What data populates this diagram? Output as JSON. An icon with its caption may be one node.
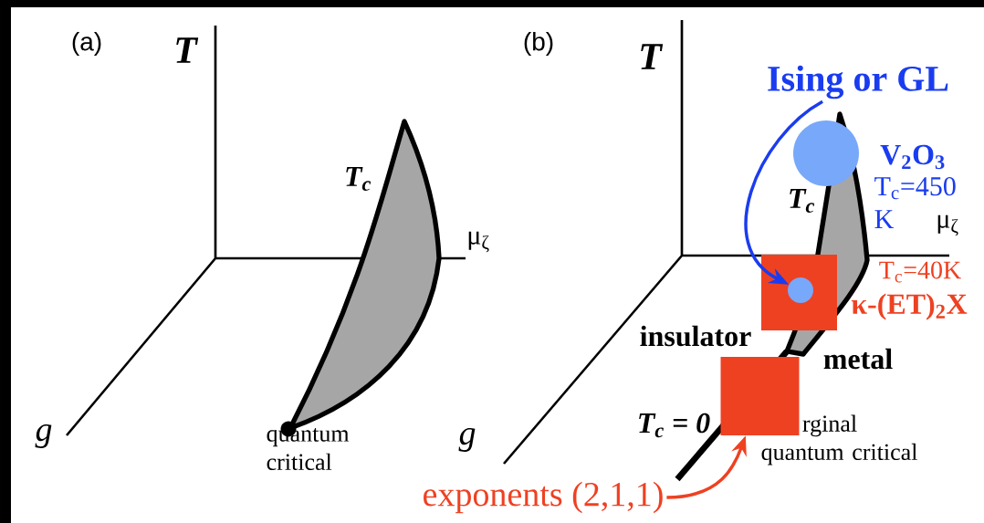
{
  "diagram": {
    "nodes": [
      {
        "text": [
          "Ising or GL"
        ]
      },
      {
        "text": [],
        "shape": "circle"
      },
      {
        "text": [],
        "shape": "box"
      },
      {
        "text": [],
        "shape": "circle",
        "in": 2
      },
      {
        "text": [],
        "shape": "box"
      },
      {
        "text": [
          "exponents (2,1,1)"
        ]
      }
    ],
    "edges": [
      {
        "from": 0,
        "to": 3,
        "arrow": "to",
        "color": "#1a3cf0"
      },
      {
        "from": 5,
        "to": 4,
        "arrow": "to",
        "color": "#ee4122"
      }
    ],
    "labels": [
      "(a)",
      "T",
      "T$_{c}$",
      "μ$_{ζ}$",
      "g",
      "quantum critical",
      "(b)",
      "T",
      "V$_{2}$O$_{3}$",
      "T$_{c}$=450 K",
      "T$_{c}$",
      "μ$_{ζ}$",
      "T$_{c}$=40K",
      "κ-(ET)$_{2}$X",
      "insulator",
      "metal",
      "g",
      "T$_{c}$ = 0",
      "rginal quantum critical"
    ]
  }
}
